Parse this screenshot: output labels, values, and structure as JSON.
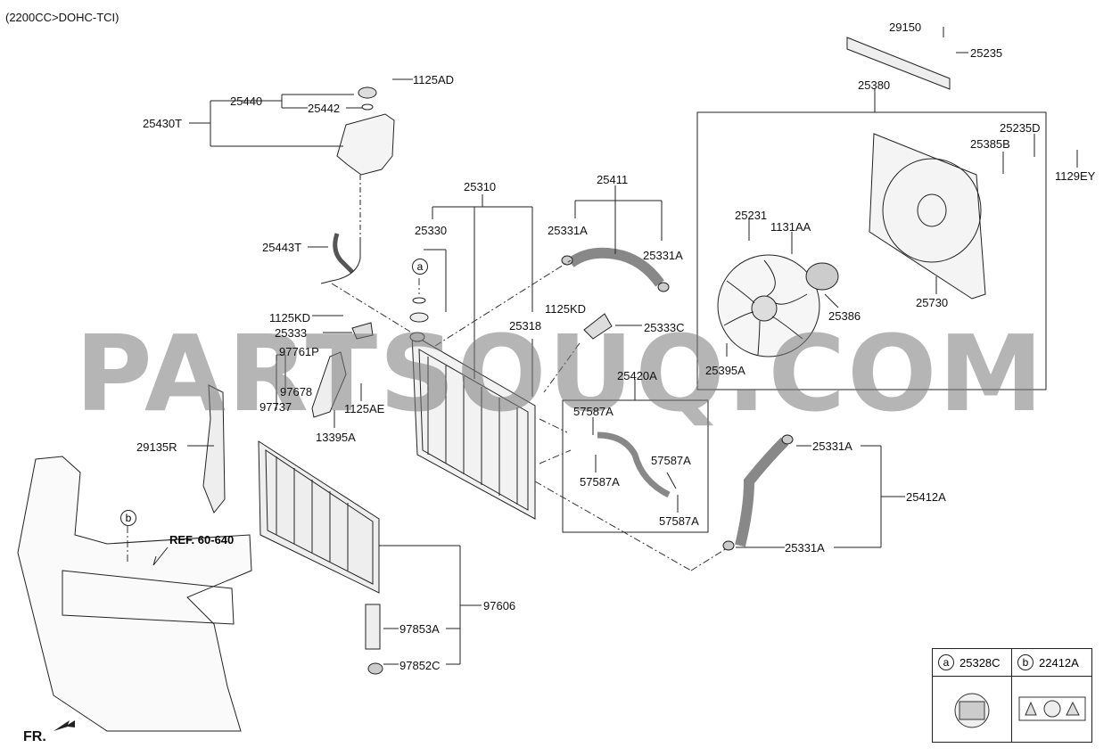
{
  "header": {
    "engine_variant": "(2200CC>DOHC-TCI)"
  },
  "watermark": "PARTSOUQ.COM",
  "front_indicator": "FR.",
  "ref_label": "REF. 60-640",
  "callouts": {
    "a": "a",
    "b": "b"
  },
  "part_labels": {
    "p29150": "29150",
    "p25235": "25235",
    "p25380": "25380",
    "p1125AD": "1125AD",
    "p25440": "25440",
    "p25442": "25442",
    "p25430T": "25430T",
    "p25235D": "25235D",
    "p25385B": "25385B",
    "p1129EY": "1129EY",
    "p25310": "25310",
    "p25411": "25411",
    "p25330": "25330",
    "p25331A_1": "25331A",
    "p25331A_2": "25331A",
    "p25443T": "25443T",
    "p25231": "25231",
    "p1131AA": "1131AA",
    "p1125KD_1": "1125KD",
    "p1125KD_2": "1125KD",
    "p25333": "25333",
    "p25318": "25318",
    "p25333C": "25333C",
    "p25386": "25386",
    "p25730": "25730",
    "p97761P": "97761P",
    "p97678": "97678",
    "p97737": "97737",
    "p1125AE": "1125AE",
    "p13395A": "13395A",
    "p25395A": "25395A",
    "p25420A": "25420A",
    "p57587A_1": "57587A",
    "p57587A_2": "57587A",
    "p57587A_3": "57587A",
    "p57587A_4": "57587A",
    "p29135R": "29135R",
    "p25331A_3": "25331A",
    "p25412A": "25412A",
    "p25331A_4": "25331A",
    "p97606": "97606",
    "p97853A": "97853A",
    "p97852C": "97852C"
  },
  "legend": {
    "a_letter": "a",
    "a_code": "25328C",
    "b_letter": "b",
    "b_code": "22412A"
  }
}
